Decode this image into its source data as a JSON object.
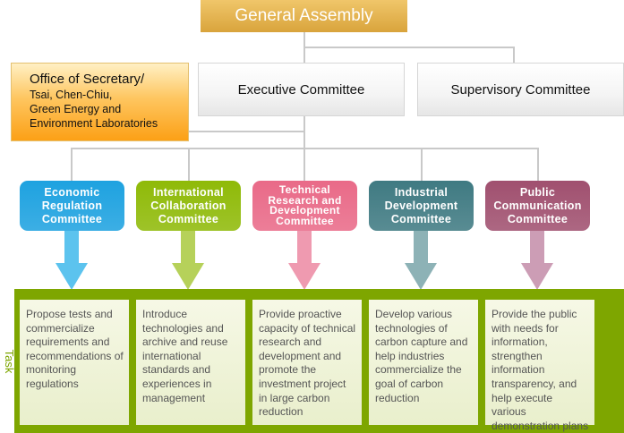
{
  "general_assembly": "General Assembly",
  "executive_committee": "Executive Committee",
  "supervisory_committee": "Supervisory Committee",
  "office": {
    "title": "Office of Secretary/",
    "lines": [
      "Tsai, Chen-Chiu,",
      "Green Energy and",
      "Environment Laboratories"
    ]
  },
  "committees": [
    {
      "lines": [
        "Economic",
        "Regulation",
        "Committee"
      ],
      "color": "#1ea2e0",
      "arrow_color": "#5cc3ee"
    },
    {
      "lines": [
        "International",
        "Collaboration",
        "Committee"
      ],
      "color": "#8fba08",
      "arrow_color": "#b6d15a"
    },
    {
      "lines": [
        "Technical",
        "Research and",
        "Development",
        "Committee"
      ],
      "color": "#e96a88",
      "arrow_color": "#ef9ab0"
    },
    {
      "lines": [
        "Industrial",
        "Development",
        "Committee"
      ],
      "color": "#3f7a82",
      "arrow_color": "#8db2b6"
    },
    {
      "lines": [
        "Public",
        "Communication",
        "Committee"
      ],
      "color": "#a0506f",
      "arrow_color": "#cc9db5"
    }
  ],
  "task_label": "Task",
  "tasks": [
    "Propose tests and commercialize requirements and recommendations of monitoring regulations",
    "Introduce technologies and archive and reuse international standards and experiences in management",
    "Provide proactive capacity of technical research and development and promote the investment project in large carbon reduction",
    "Develop various technologies of carbon capture and help industries commercialize the goal of carbon reduction",
    "Provide the public with needs for information, strengthen information transparency, and help execute various demonstration plans"
  ],
  "colors": {
    "task_band": "#7ea600",
    "general_assembly": "#e2b24e",
    "office": "#fca016"
  }
}
